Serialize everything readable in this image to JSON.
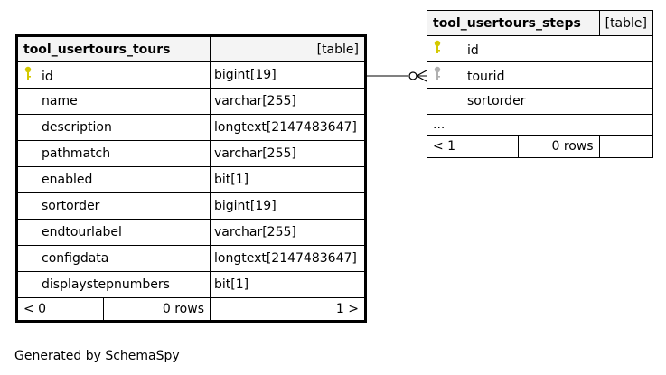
{
  "tables": [
    {
      "name": "tool_usertours_tours",
      "type_label": "[table]",
      "columns": [
        {
          "name": "id",
          "type": "bigint[19]",
          "key": "primary"
        },
        {
          "name": "name",
          "type": "varchar[255]",
          "key": ""
        },
        {
          "name": "description",
          "type": "longtext[2147483647]",
          "key": ""
        },
        {
          "name": "pathmatch",
          "type": "varchar[255]",
          "key": ""
        },
        {
          "name": "enabled",
          "type": "bit[1]",
          "key": ""
        },
        {
          "name": "sortorder",
          "type": "bigint[19]",
          "key": ""
        },
        {
          "name": "endtourlabel",
          "type": "varchar[255]",
          "key": ""
        },
        {
          "name": "configdata",
          "type": "longtext[2147483647]",
          "key": ""
        },
        {
          "name": "displaystepnumbers",
          "type": "bit[1]",
          "key": ""
        }
      ],
      "footer": {
        "left": "< 0",
        "rows": "0 rows",
        "right": "1 >"
      }
    },
    {
      "name": "tool_usertours_steps",
      "type_label": "[table]",
      "columns": [
        {
          "name": "id",
          "key": "primary"
        },
        {
          "name": "tourid",
          "key": "foreign"
        },
        {
          "name": "sortorder",
          "key": ""
        }
      ],
      "ellipsis": "...",
      "footer": {
        "left": "< 1",
        "rows": "0 rows",
        "right": ""
      }
    }
  ],
  "colors": {
    "primary_key": "#d4c900",
    "foreign_key": "#b0b0b0",
    "header_bg": "#f4f4f4"
  },
  "generated_by": "Generated by SchemaSpy"
}
